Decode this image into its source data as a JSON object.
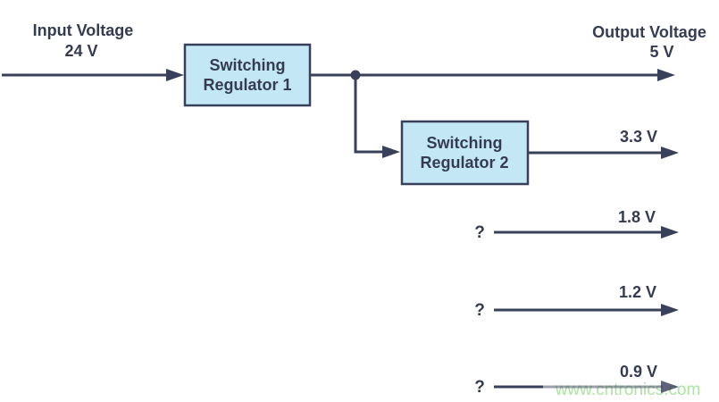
{
  "diagram": {
    "input_label": {
      "line1": "Input Voltage",
      "line2": "24 V"
    },
    "output_label": {
      "line1": "Output Voltage",
      "line2": "5 V"
    },
    "regulator1": {
      "line1": "Switching",
      "line2": "Regulator 1"
    },
    "regulator2": {
      "line1": "Switching",
      "line2": "Regulator 2"
    },
    "rails": [
      {
        "voltage": "3.3 V",
        "source": "Switching Regulator 2"
      },
      {
        "voltage": "1.8 V",
        "source": "?"
      },
      {
        "voltage": "1.2 V",
        "source": "?"
      },
      {
        "voltage": "0.9 V",
        "source": "?"
      }
    ],
    "watermark": "www.cntronics.com",
    "colors": {
      "line": "#39415a",
      "text": "#353c52",
      "box_fill": "#c4e7f6",
      "box_border": "#39415a",
      "watermark": "#aee3a4",
      "background": "#ffffff"
    }
  }
}
